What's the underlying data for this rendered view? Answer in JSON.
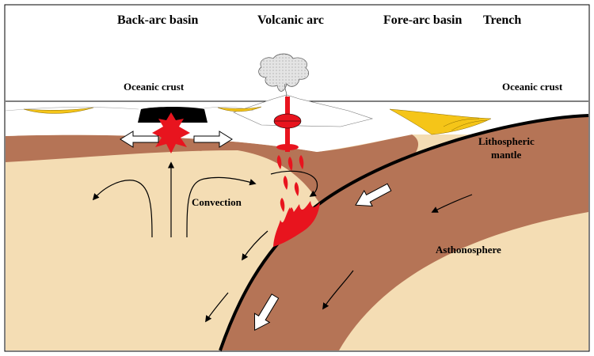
{
  "labels": {
    "back_arc_basin": "Back-arc basin",
    "volcanic_arc": "Volcanic arc",
    "fore_arc_basin": "Fore-arc basin",
    "trench": "Trench",
    "oceanic_crust_left": "Oceanic crust",
    "oceanic_crust_right": "Oceanic crust",
    "lithospheric_mantle_1": "Lithospheric",
    "lithospheric_mantle_2": "mantle",
    "convection": "Convection",
    "asthenosphere": "Asthonosphere"
  },
  "colors": {
    "asthenosphere": "#f4ddb4",
    "lithosphere": "#b57456",
    "magma": "#e8141e",
    "sediment": "#f5c518",
    "crust": "#000000",
    "plume": "#d8d8d8"
  }
}
